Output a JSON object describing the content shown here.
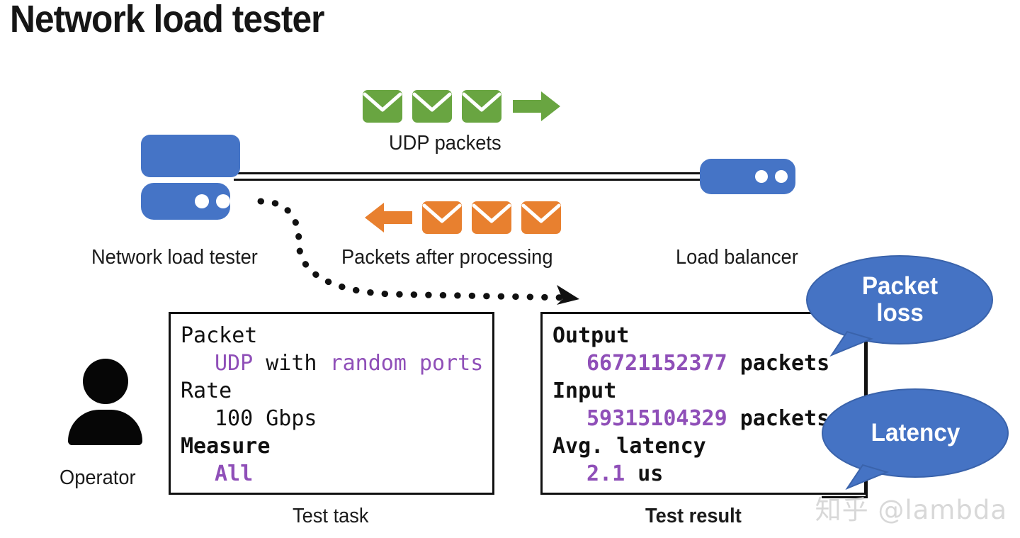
{
  "title": "Network load tester",
  "colors": {
    "node_blue": "#4574c6",
    "bubble_blue": "#4573c4",
    "bubble_border": "#3a63ab",
    "packet_green": "#69a541",
    "packet_orange": "#e8802f",
    "code_purple": "#8f4fb8",
    "ink": "#111111",
    "watermark_gray": "#d8d8d8"
  },
  "nodes": {
    "tester": {
      "label": "Network load tester",
      "icon": "server-icon"
    },
    "balancer": {
      "label": "Load balancer",
      "icon": "server-icon"
    },
    "operator": {
      "label": "Operator",
      "icon": "person-icon"
    }
  },
  "flows": {
    "outbound": {
      "label": "UDP packets",
      "color": "#69a541",
      "direction": "right",
      "packet_count": 3,
      "icon": "envelope-icon"
    },
    "inbound": {
      "label": "Packets after processing",
      "color": "#e8802f",
      "direction": "left",
      "packet_count": 3,
      "icon": "envelope-icon"
    }
  },
  "test_task": {
    "caption": "Test task",
    "lines": [
      {
        "indent": false,
        "bold": false,
        "tokens": [
          {
            "text": "Packet",
            "color": "black"
          }
        ]
      },
      {
        "indent": true,
        "bold": false,
        "tokens": [
          {
            "text": "UDP",
            "color": "purple"
          },
          {
            "text": " with ",
            "color": "black"
          },
          {
            "text": "random ports",
            "color": "purple"
          }
        ]
      },
      {
        "indent": false,
        "bold": false,
        "tokens": [
          {
            "text": "Rate",
            "color": "black"
          }
        ]
      },
      {
        "indent": true,
        "bold": false,
        "tokens": [
          {
            "text": "100 Gbps",
            "color": "black"
          }
        ]
      },
      {
        "indent": false,
        "bold": true,
        "tokens": [
          {
            "text": "Measure",
            "color": "black"
          }
        ]
      },
      {
        "indent": true,
        "bold": true,
        "tokens": [
          {
            "text": "All",
            "color": "purple"
          }
        ]
      }
    ]
  },
  "test_result": {
    "caption": "Test result",
    "lines": [
      {
        "indent": false,
        "bold": true,
        "tokens": [
          {
            "text": "Output",
            "color": "black"
          }
        ]
      },
      {
        "indent": true,
        "bold": true,
        "tokens": [
          {
            "text": "66721152377",
            "color": "purple"
          },
          {
            "text": " packets",
            "color": "black"
          }
        ]
      },
      {
        "indent": false,
        "bold": true,
        "tokens": [
          {
            "text": "Input",
            "color": "black"
          }
        ]
      },
      {
        "indent": true,
        "bold": true,
        "tokens": [
          {
            "text": "59315104329",
            "color": "purple"
          },
          {
            "text": " packets",
            "color": "black"
          }
        ]
      },
      {
        "indent": false,
        "bold": true,
        "tokens": [
          {
            "text": "Avg. latency",
            "color": "black"
          }
        ]
      },
      {
        "indent": true,
        "bold": true,
        "tokens": [
          {
            "text": "2.1",
            "color": "purple"
          },
          {
            "text": " us",
            "color": "black"
          }
        ]
      }
    ]
  },
  "callouts": [
    {
      "text": "Packet\nloss",
      "name": "packet-loss-callout"
    },
    {
      "text": "Latency",
      "name": "latency-callout"
    }
  ],
  "watermark": "知乎 @lambda"
}
